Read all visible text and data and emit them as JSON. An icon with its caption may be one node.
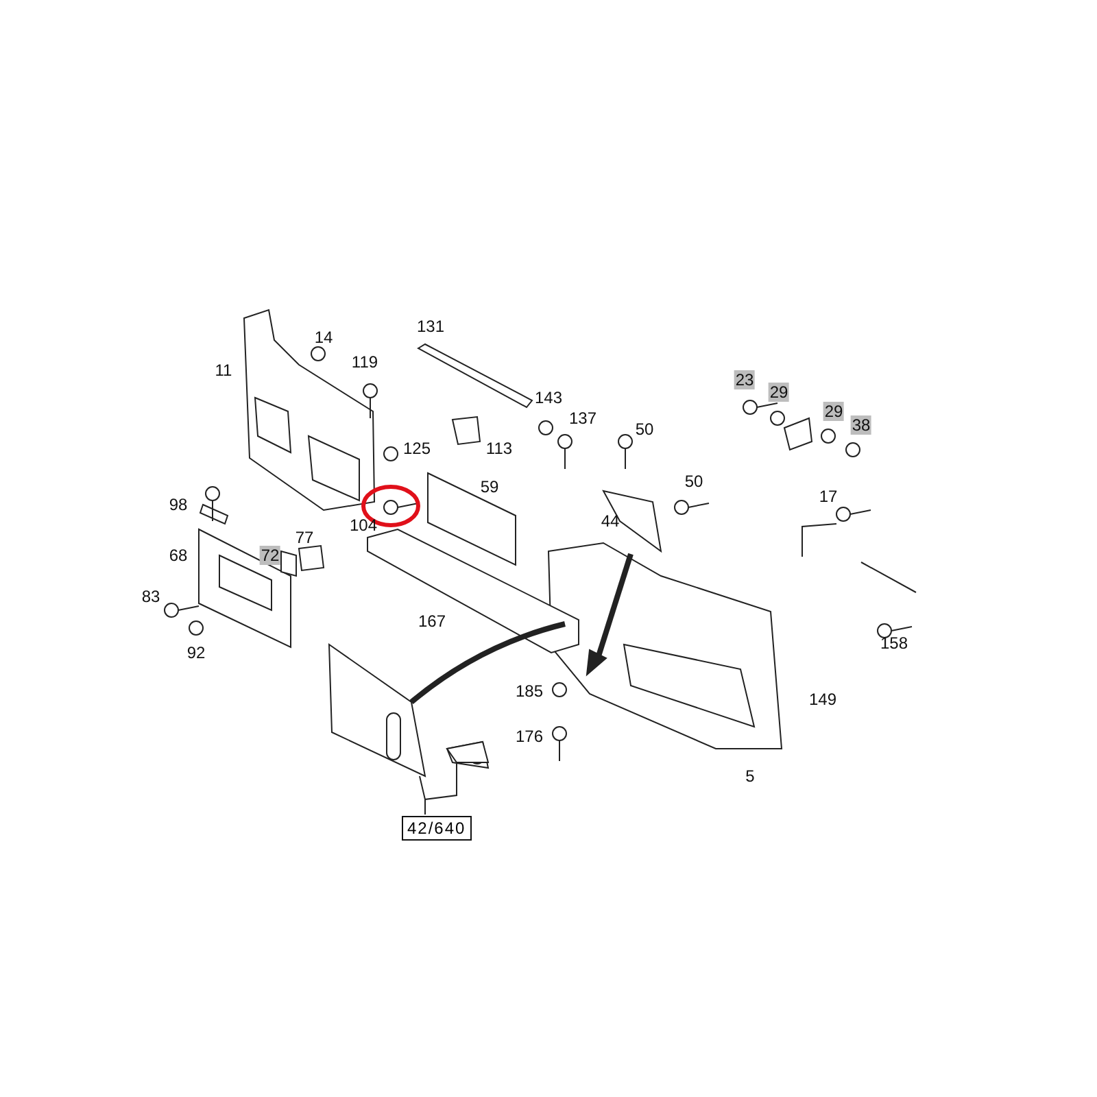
{
  "diagram": {
    "nodes": [
      {
        "text": [
          "42/640"
        ]
      },
      {
        "text": [],
        "shape": "picture"
      },
      {
        "text": [],
        "shape": "picture"
      }
    ],
    "edges": [
      {
        "from": 0,
        "to": 1,
        "arrow": "none"
      },
      {
        "from": 0,
        "to": 2,
        "arrow": "none"
      }
    ],
    "labels": [
      "131",
      "14",
      "119",
      "11",
      "143",
      "23",
      "29",
      "137",
      "50",
      "29",
      "38",
      "125",
      "113",
      "59",
      "50",
      "98",
      "17",
      "104",
      "44",
      "68",
      "72",
      "77",
      "83",
      "167",
      "158",
      "92",
      "149",
      "185",
      "176",
      "5"
    ]
  }
}
